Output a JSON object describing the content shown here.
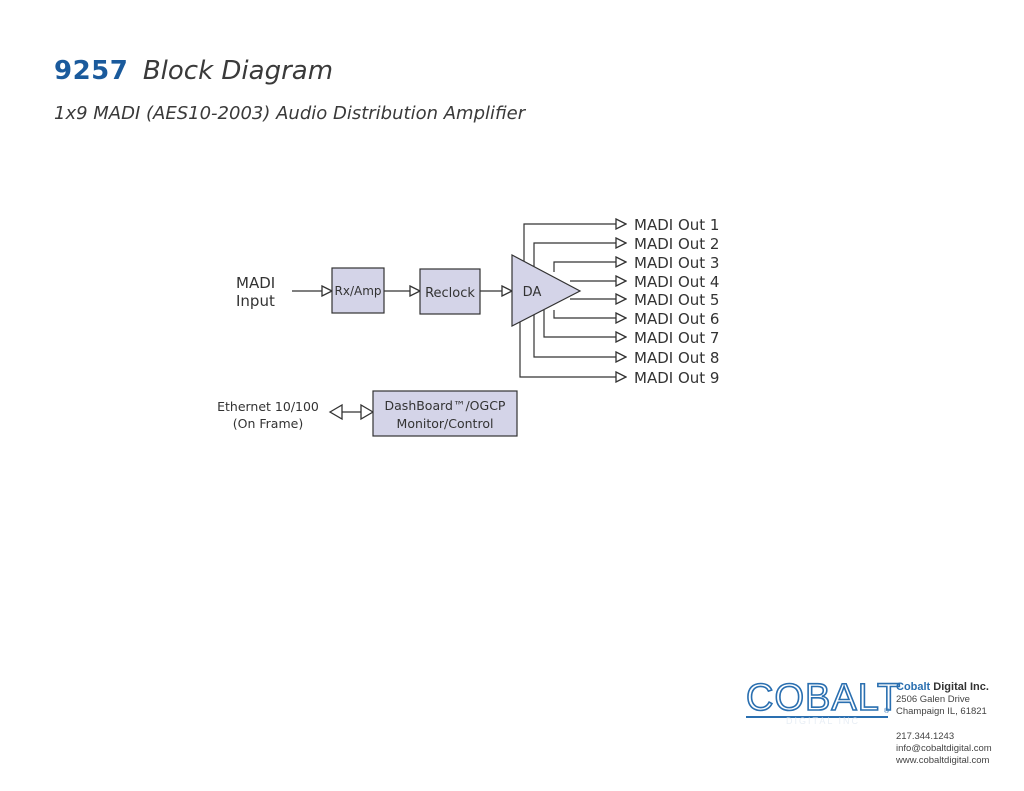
{
  "header": {
    "model": "9257",
    "title": "Block Diagram",
    "subtitle": "1x9 MADI (AES10-2003) Audio Distribution Amplifier"
  },
  "diagram": {
    "input_label_line1": "MADI",
    "input_label_line2": "Input",
    "blocks": {
      "rxamp": "Rx/Amp",
      "reclock": "Reclock",
      "da": "DA",
      "dashboard_line1": "DashBoard™/OGCP",
      "dashboard_line2": "Monitor/Control"
    },
    "outputs": [
      "MADI Out 1",
      "MADI Out 2",
      "MADI Out 3",
      "MADI Out 4",
      "MADI Out 5",
      "MADI Out 6",
      "MADI Out 7",
      "MADI Out 8",
      "MADI Out 9"
    ],
    "ethernet_line1": "Ethernet 10/100",
    "ethernet_line2": "(On Frame)"
  },
  "footer": {
    "logo_text": "COBALT",
    "logo_reg": "®",
    "logo_sub": "DIGITAL INC",
    "company_name_part1": "Cobalt",
    "company_name_part2": " Digital Inc.",
    "address_line1": "2506 Galen Drive",
    "address_line2": "Champaign IL, 61821",
    "phone": "217.344.1243",
    "email": "info@cobaltdigital.com",
    "website": "www.cobaltdigital.com"
  },
  "colors": {
    "brand_blue": "#1a5a9c",
    "block_fill": "#d4d4e8",
    "line": "#333333"
  }
}
